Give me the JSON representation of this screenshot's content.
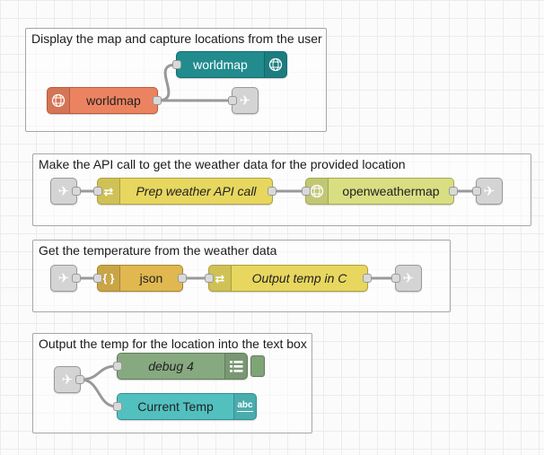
{
  "canvas": {
    "background": "#fbfbfb",
    "grid_color": "#ececec",
    "wire_color": "#999999",
    "port_color": "#d9d9d9"
  },
  "groups": [
    {
      "label": "Display the map and capture locations from the user"
    },
    {
      "label": "Make the API call to get the weather data for the provided location"
    },
    {
      "label": "Get the temperature from the weather data"
    },
    {
      "label": "Output the temp for the location into the text box"
    }
  ],
  "nodes": {
    "worldmap_display": {
      "label": "worldmap",
      "color": "#218b8e",
      "icon": "globe-icon"
    },
    "worldmap_in": {
      "label": "worldmap",
      "color": "#ec8360",
      "icon": "globe-icon"
    },
    "link_out_map": {
      "color": "#d4d4d4",
      "icon": "paper-plane-icon"
    },
    "link_in_weather": {
      "color": "#d4d4d4",
      "icon": "paper-plane-icon"
    },
    "prep_weather": {
      "label": "Prep weather API call",
      "color": "#e7d75f",
      "icon": "change-arrows-icon"
    },
    "openweathermap": {
      "label": "openweathermap",
      "color": "#d9de82",
      "icon": "globe-icon"
    },
    "link_out_weather": {
      "color": "#d4d4d4",
      "icon": "paper-plane-icon"
    },
    "link_in_temp": {
      "color": "#d4d4d4",
      "icon": "paper-plane-icon"
    },
    "json": {
      "label": "json",
      "color": "#e0b84f",
      "icon": "json-braces-icon"
    },
    "output_temp": {
      "label": "Output temp in C",
      "color": "#e7d75f",
      "icon": "change-arrows-icon"
    },
    "link_out_temp": {
      "color": "#d4d4d4",
      "icon": "paper-plane-icon"
    },
    "link_in_display": {
      "color": "#d4d4d4",
      "icon": "paper-plane-icon"
    },
    "debug": {
      "label": "debug 4",
      "color": "#87a980",
      "icon": "debug-list-icon"
    },
    "current_temp": {
      "label": "Current Temp",
      "color": "#53c0c0",
      "icon": "abc-text-icon"
    }
  },
  "icons": {
    "paper_plane": "✈",
    "change_arrows": "⇄",
    "json_braces": "{ }",
    "abc_text": "abc"
  }
}
